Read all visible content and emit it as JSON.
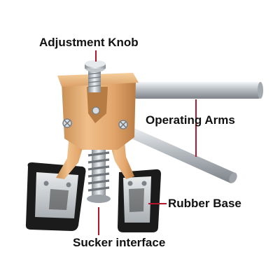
{
  "diagram": {
    "labels": {
      "adjustment_knob": "Adjustment Knob",
      "operating_arms": "Operating Arms",
      "rubber_base": "Rubber Base",
      "sucker_interface": "Sucker interface"
    },
    "colors": {
      "leader_line": "#b3172a",
      "gold_body": "#e0a56c",
      "gold_shadow": "#b97d45",
      "steel": "#c8ccd0",
      "rubber": "#1b1b1b",
      "text": "#111111"
    },
    "icons": [
      "screw-icon"
    ]
  }
}
